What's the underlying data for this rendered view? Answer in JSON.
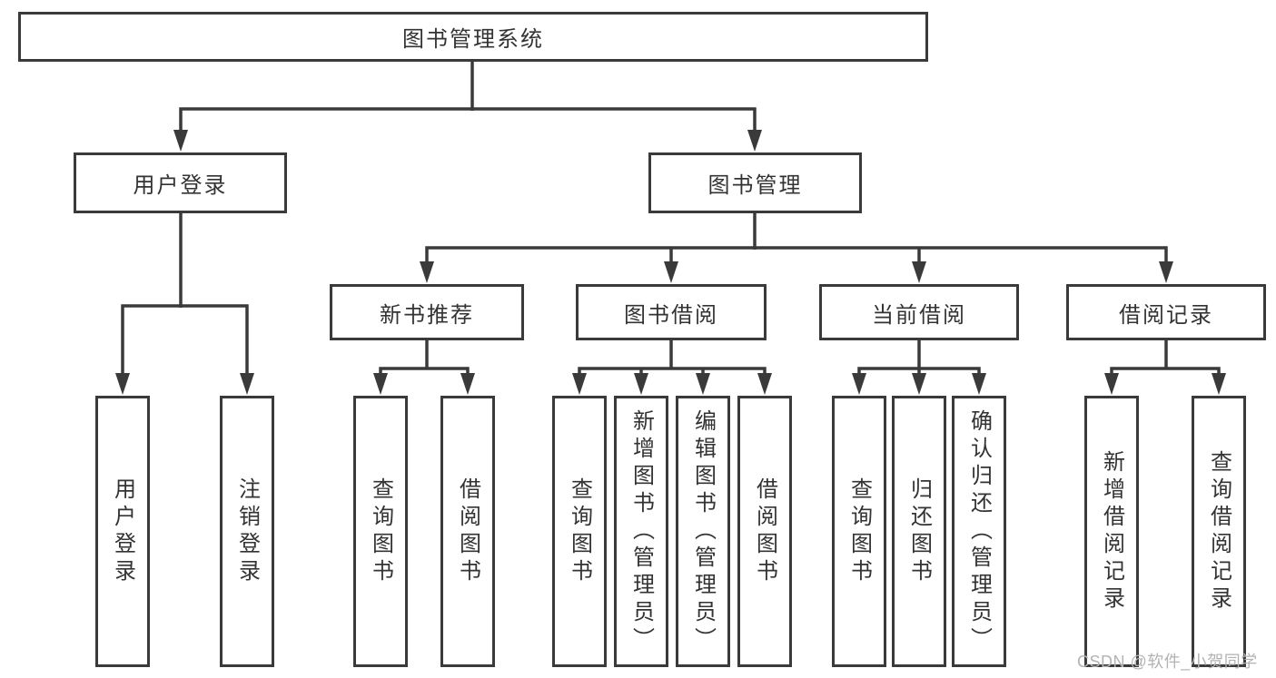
{
  "diagram": {
    "root": {
      "label": "图书管理系统",
      "children": [
        {
          "label": "用户登录",
          "children": [
            {
              "label": "用户登录"
            },
            {
              "label": "注销登录"
            }
          ]
        },
        {
          "label": "图书管理",
          "children": [
            {
              "label": "新书推荐",
              "children": [
                {
                  "label": "查询图书"
                },
                {
                  "label": "借阅图书"
                }
              ]
            },
            {
              "label": "图书借阅",
              "children": [
                {
                  "label": "查询图书"
                },
                {
                  "label": "新增图书（管理员）"
                },
                {
                  "label": "编辑图书（管理员）"
                },
                {
                  "label": "借阅图书"
                }
              ]
            },
            {
              "label": "当前借阅",
              "children": [
                {
                  "label": "查询图书"
                },
                {
                  "label": "归还图书"
                },
                {
                  "label": "确认归还（管理员）"
                }
              ]
            },
            {
              "label": "借阅记录",
              "children": [
                {
                  "label": "新增借阅记录"
                },
                {
                  "label": "查询借阅记录"
                }
              ]
            }
          ]
        }
      ]
    },
    "watermark": "CSDN @软件_小贺同学"
  },
  "colors": {
    "line": "#3a3a3a",
    "text": "#333333",
    "background": "#ffffff",
    "watermark": "#b3b3b3"
  }
}
